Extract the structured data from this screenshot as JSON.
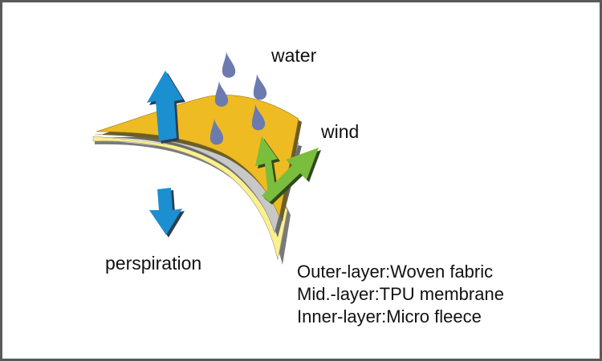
{
  "labels": {
    "water": "water",
    "wind": "wind",
    "perspiration": "perspiration"
  },
  "legend": [
    "Outer-layer:Woven fabric",
    "Mid.-layer:TPU membrane",
    "Inner-layer:Micro fleece"
  ],
  "colors": {
    "outer_layer": "#eebb22",
    "mid_layer": "#c8c8c8",
    "inner_layer": "#fbf08e",
    "water_drop": "#6c7ab0",
    "perspiration_arrow": "#1b8fd0",
    "wind_arrow": "#7bbd3d",
    "frame": "#5a5a5a"
  }
}
